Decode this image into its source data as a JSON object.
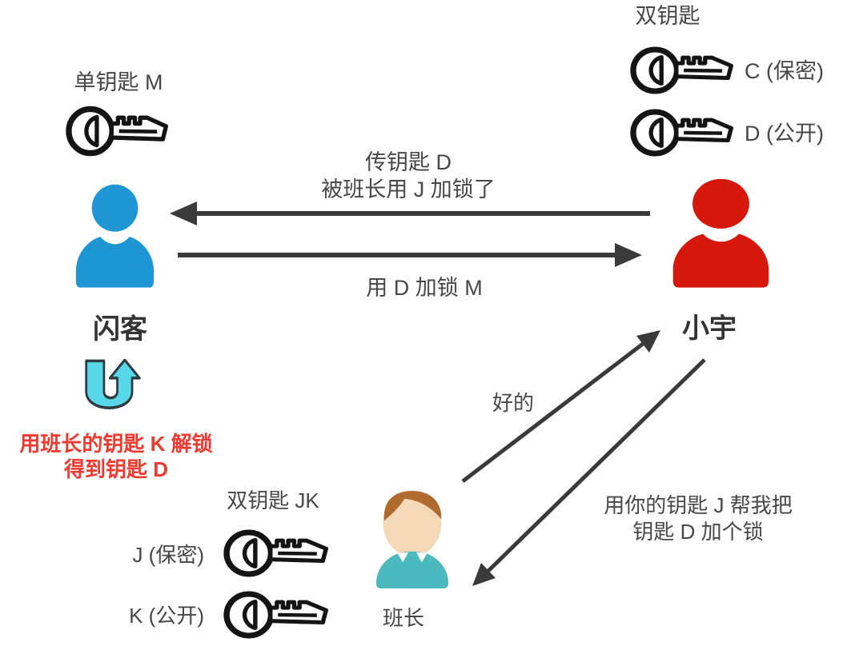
{
  "actors": {
    "shanke": {
      "name": "闪客",
      "color": "#1e96d3"
    },
    "xiaoyu": {
      "name": "小宇",
      "color": "#d6170b"
    },
    "banzhang": {
      "name": "班长",
      "hair_color": "#b06a2d",
      "face_color": "#f4d8b8",
      "shirt_color": "#4cb9bf",
      "collar_color": "#ffffff"
    }
  },
  "key_sets": {
    "shanke_single": {
      "title": "单钥匙 M"
    },
    "xiaoyu_pair": {
      "title": "双钥匙",
      "keys": [
        {
          "label": "C (保密)"
        },
        {
          "label": "D (公开)"
        }
      ]
    },
    "banzhang_pair": {
      "title": "双钥匙 JK",
      "keys": [
        {
          "label": "J (保密)"
        },
        {
          "label": "K (公开)"
        }
      ]
    }
  },
  "messages": {
    "pass_key_d": {
      "line1": "传钥匙 D",
      "line2": "被班长用 J 加锁了"
    },
    "lock_m": {
      "label": "用 D 加锁 M"
    },
    "ok_reply": {
      "label": "好的"
    },
    "lock_request": {
      "line1": "用你的钥匙 J 帮我把",
      "line2": "钥匙 D 加个锁"
    },
    "unlock_note": {
      "line1": "用班长的钥匙 K 解锁",
      "line2": "得到钥匙 D"
    }
  },
  "palette": {
    "arrow": "#3a3a3a",
    "label_gray": "#474747",
    "note_red": "#ee3a30",
    "uturn_cyan": "#57d7e8",
    "key_stroke": "#141414",
    "background": "#ffffff"
  }
}
